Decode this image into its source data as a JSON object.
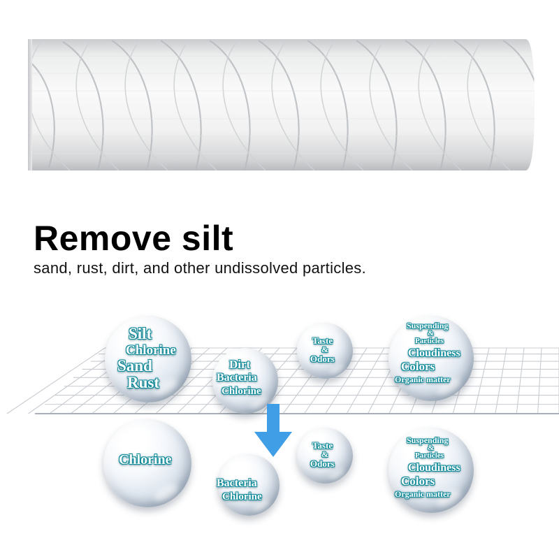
{
  "headline": "Remove silt",
  "subline": "sand, rust, dirt, and other undissolved particles.",
  "arrow_color": "#3f9ee6",
  "text_outline_color": "#0e8a9a",
  "top_row": [
    {
      "lines": [
        "Silt",
        "Chlorine",
        "Sand",
        "Rust"
      ]
    },
    {
      "lines": [
        "Dirt",
        "Bacteria",
        "Chlorine"
      ]
    },
    {
      "lines": [
        "Taste",
        "&",
        "Odors"
      ]
    },
    {
      "lines": [
        "Suspending",
        "&",
        "Particles",
        "Cloudiness",
        "Colors",
        "Organic matter"
      ]
    }
  ],
  "bottom_row": [
    {
      "lines": [
        "Chlorine"
      ]
    },
    {
      "lines": [
        "Bacteria",
        "Chlorine"
      ]
    },
    {
      "lines": [
        "Taste",
        "&",
        "Odors"
      ]
    },
    {
      "lines": [
        "Suspending",
        "&",
        "Particles",
        "Cloudiness",
        "Colors",
        "Organic matter"
      ]
    }
  ]
}
